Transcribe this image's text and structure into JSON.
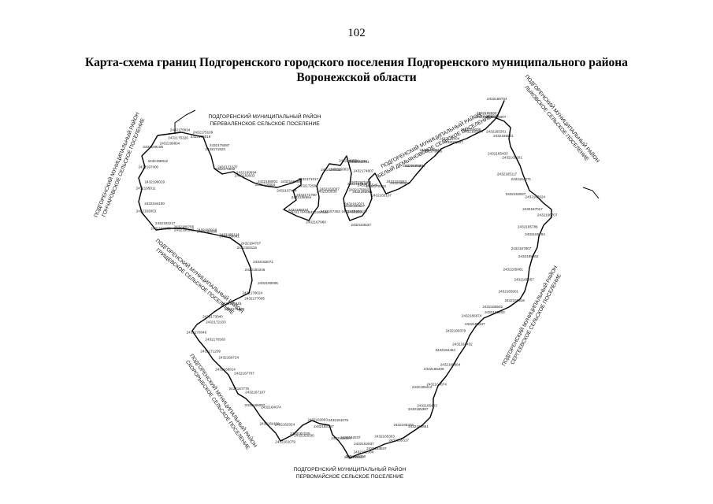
{
  "page_number": "102",
  "title": "Карта-схема границ Подгоренского городского поселения Подгоренского муниципального района Воронежской области",
  "neighbors": {
    "north_west": {
      "line1": "ПОДГОРЕНСКИЙ МУНИЦИПАЛЬНЫЙ РАЙОН",
      "line2": "ПЕРЕВАЛЕНСКОЕ СЕЛЬСКОЕ ПОСЕЛЕНИЕ"
    },
    "north": {
      "line1": "ПОДГОРЕНСКИЙ МУНИЦИПАЛЬНЫЙ РАЙОН",
      "line2": "БЕЛЫЙ ДЕМЬЯНОВСКОЕ СЕЛЬСКОЕ ПОСЕЛЕНИЕ"
    },
    "north_east": {
      "line1": "ПОДГОРЕНСКИЙ МУНИЦИПАЛЬНЫЙ РАЙОН",
      "line2": "ЛЫКОВСКОЕ СЕЛЬСКОЕ ПОСЕЛЕНИЕ"
    },
    "west_top": {
      "line1": "ПОДГОРЕНСКИЙ МУНИЦИПАЛЬНЫЙ РАЙОН",
      "line2": "ГОНЧАРОВСКОЕ СЕЛЬСКОЕ ПОСЕЛЕНИЕ"
    },
    "west_middle": {
      "line1": "ПОДГОРЕНСКИЙ МУНИЦИПАЛЬНЫЙ РАЙОН",
      "line2": "ГРИЩЕВСКОЕ СЕЛЬСКОЕ ПОСЕЛЕНИЕ"
    },
    "west_bottom": {
      "line1": "ПОДГОРЕНСКИЙ МУНИЦИПАЛЬНЫЙ РАЙОН",
      "line2": "СКОРОРЫБСКОЕ СЕЛЬСКОЕ ПОСЕЛЕНИЕ"
    },
    "east": {
      "line1": "ПОДГОРЕНСКИЙ МУНИЦИПАЛЬНЫЙ РАЙОН",
      "line2": "СЕРГЕЕВСКОЕ СЕЛЬСКОЕ ПОСЕЛЕНИЕ"
    },
    "south": {
      "line1": "ПОДГОРЕНСКИЙ МУНИЦИПАЛЬНЫЙ РАЙОН",
      "line2": "ПЕРВОМАЙСКОЕ СЕЛЬСКОЕ ПОСЕЛЕНИЕ"
    }
  },
  "point_labels": [
    "2432175326",
    "2432175834",
    "2432175019",
    "2432175109",
    "2432175087",
    "2432171823",
    "2432171637",
    "2432170542",
    "2432169933",
    "2432169694",
    "2432170004",
    "2432168001",
    "2432167494",
    "2432166488",
    "2432172584",
    "2432171017",
    "2432171700",
    "2432185664",
    "2432178404",
    "2432185024",
    "2432167980",
    "2432167502",
    "2432167462",
    "2432163030",
    "2432162007",
    "2432163031",
    "2432160837",
    "2432160531",
    "2432161034",
    "2432162341",
    "2432167484",
    "2432167846",
    "2432162071",
    "2432163627",
    "2432164527",
    "2432169804",
    "2432169627",
    "2432166081",
    "2432175092",
    "2432174807",
    "2432166546",
    "2432170504",
    "2432165107",
    "2432162804",
    "2432166617",
    "2432167920",
    "2432169404",
    "2432174001",
    "2432179005",
    "2432172404",
    "2432168827",
    "2432166009",
    "2432165694",
    "2432166500",
    "2432165604",
    "2432165704",
    "2432166094",
    "2432165007",
    "2432165301",
    "2432165501",
    "2432165403",
    "2432165201",
    "2432165117",
    "2432164071",
    "2432163037",
    "2432167924",
    "2432167017",
    "2432166707",
    "2432165786",
    "2432165784",
    "2432167807",
    "2432165862",
    "2432165061",
    "2432165057",
    "2432165901",
    "2432165516",
    "2432165502",
    "2432165503",
    "2432166974",
    "2432165337",
    "2432166379",
    "2432164432",
    "2432164464",
    "2432165664",
    "2432166409",
    "2432164874",
    "2432165412",
    "2432165403",
    "2432165397",
    "2432165861",
    "2432165376",
    "2432165317",
    "2432165303",
    "2432163837",
    "2432162937",
    "2432162317",
    "2432162004",
    "2432162310",
    "2432162037",
    "2432162307",
    "2432161075",
    "2432162387",
    "2432162863",
    "2432163030",
    "2432161025",
    "2432161079",
    "2432162024",
    "2432164101",
    "2432164074",
    "2432165007",
    "2432167107",
    "2432167776",
    "2432167707",
    "2432168914",
    "2432169724",
    "2432171209",
    "2432170303",
    "2432170046",
    "2432172103",
    "2432173040",
    "2432174505",
    "2432175101",
    "2432177005",
    "2432178024",
    "2432180006",
    "2432181046",
    "2432182071",
    "2432183115",
    "2432184707",
    "2432185124",
    "2432186041",
    "2432187018",
    "2432188030",
    "2432189706",
    "2432190503",
    "2432191602",
    "2432192217",
    "2432193053",
    "2432194100",
    "2432195011",
    "2432196029",
    "2432197400",
    "2432198012",
    "2432199105",
    "2432199804"
  ]
}
